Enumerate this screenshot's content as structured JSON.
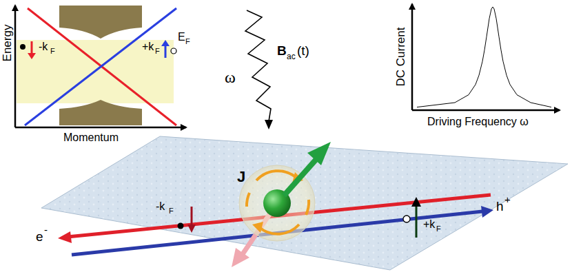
{
  "diagram": {
    "labels": [
      "Energy",
      "Momentum",
      "-k",
      "F",
      "+k",
      "F",
      "E",
      "F",
      "ω",
      "B",
      "ac",
      "(t)",
      "DC Current",
      "Driving Frequency ω",
      "J",
      "e",
      "-",
      "h",
      "+",
      "-k",
      "F",
      "+k",
      "F"
    ]
  }
}
